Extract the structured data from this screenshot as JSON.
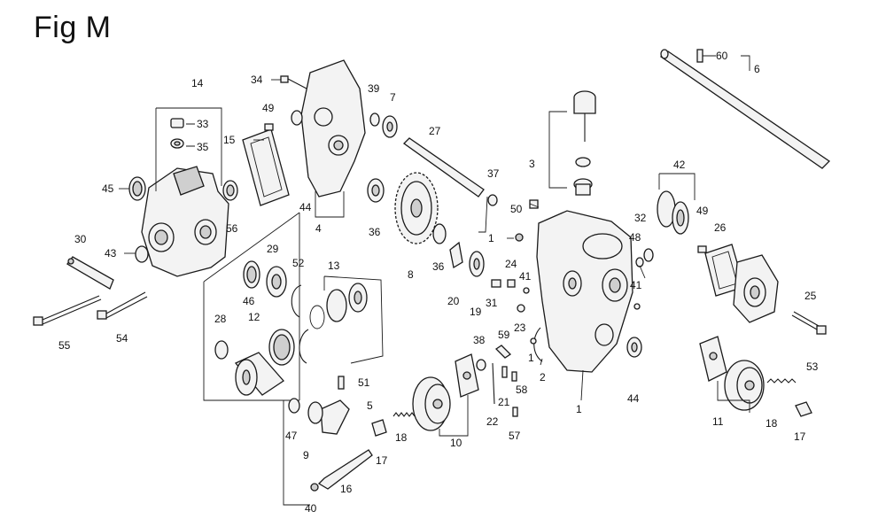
{
  "figure": {
    "title": "Fig M"
  },
  "callouts": [
    {
      "id": "c14",
      "text": "14"
    },
    {
      "id": "c33",
      "text": "33"
    },
    {
      "id": "c35",
      "text": "35"
    },
    {
      "id": "c45",
      "text": "45"
    },
    {
      "id": "c56",
      "text": "56"
    },
    {
      "id": "c43",
      "text": "43"
    },
    {
      "id": "c30",
      "text": "30"
    },
    {
      "id": "c55",
      "text": "55"
    },
    {
      "id": "c54",
      "text": "54"
    },
    {
      "id": "c34",
      "text": "34"
    },
    {
      "id": "c49a",
      "text": "49"
    },
    {
      "id": "c15",
      "text": "15"
    },
    {
      "id": "c44a",
      "text": "44"
    },
    {
      "id": "c4",
      "text": "4"
    },
    {
      "id": "c39",
      "text": "39"
    },
    {
      "id": "c7",
      "text": "7"
    },
    {
      "id": "c27",
      "text": "27"
    },
    {
      "id": "c37",
      "text": "37"
    },
    {
      "id": "c36a",
      "text": "36"
    },
    {
      "id": "c8",
      "text": "8"
    },
    {
      "id": "c36b",
      "text": "36"
    },
    {
      "id": "c20",
      "text": "20"
    },
    {
      "id": "c19",
      "text": "19"
    },
    {
      "id": "c31",
      "text": "31"
    },
    {
      "id": "c50",
      "text": "50"
    },
    {
      "id": "c1a",
      "text": "1"
    },
    {
      "id": "c24",
      "text": "24"
    },
    {
      "id": "c41a",
      "text": "41"
    },
    {
      "id": "c23",
      "text": "23"
    },
    {
      "id": "c3",
      "text": "3"
    },
    {
      "id": "c60",
      "text": "60"
    },
    {
      "id": "c6",
      "text": "6"
    },
    {
      "id": "c42",
      "text": "42"
    },
    {
      "id": "c32",
      "text": "32"
    },
    {
      "id": "c48",
      "text": "48"
    },
    {
      "id": "c49b",
      "text": "49"
    },
    {
      "id": "c26",
      "text": "26"
    },
    {
      "id": "c41b",
      "text": "41"
    },
    {
      "id": "c25",
      "text": "25"
    },
    {
      "id": "c53",
      "text": "53"
    },
    {
      "id": "c44b",
      "text": "44"
    },
    {
      "id": "c1b",
      "text": "1"
    },
    {
      "id": "c2",
      "text": "2"
    },
    {
      "id": "c11",
      "text": "11"
    },
    {
      "id": "c18b",
      "text": "18"
    },
    {
      "id": "c17b",
      "text": "17"
    },
    {
      "id": "c29",
      "text": "29"
    },
    {
      "id": "c52",
      "text": "52"
    },
    {
      "id": "c13",
      "text": "13"
    },
    {
      "id": "c46",
      "text": "46"
    },
    {
      "id": "c28",
      "text": "28"
    },
    {
      "id": "c12",
      "text": "12"
    },
    {
      "id": "c51",
      "text": "51"
    },
    {
      "id": "c5",
      "text": "5"
    },
    {
      "id": "c47",
      "text": "47"
    },
    {
      "id": "c9",
      "text": "9"
    },
    {
      "id": "c18a",
      "text": "18"
    },
    {
      "id": "c17a",
      "text": "17"
    },
    {
      "id": "c16",
      "text": "16"
    },
    {
      "id": "c40",
      "text": "40"
    },
    {
      "id": "c10",
      "text": "10"
    },
    {
      "id": "c38",
      "text": "38"
    },
    {
      "id": "c59",
      "text": "59"
    },
    {
      "id": "c22",
      "text": "22"
    },
    {
      "id": "c21",
      "text": "21"
    },
    {
      "id": "c58",
      "text": "58"
    },
    {
      "id": "c57",
      "text": "57"
    },
    {
      "id": "c1c",
      "text": "1"
    }
  ]
}
